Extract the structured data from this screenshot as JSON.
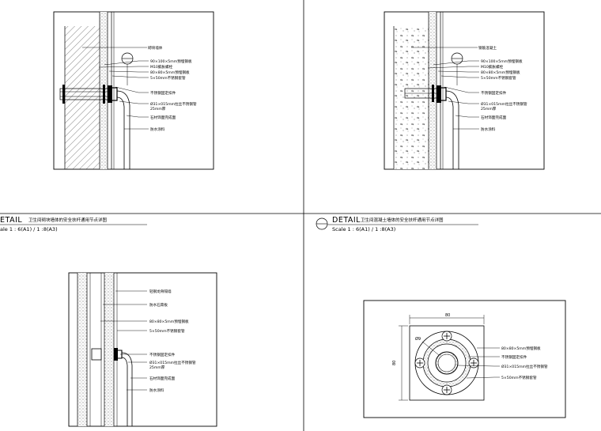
{
  "sheet": {
    "details": [
      {
        "id": "tl",
        "caption": {
          "prefix": "ETAIL",
          "title": "卫生间砌块墙体的安全扶杆通用节点详图",
          "scale": "ale 1 : 6(A1) / 1 :8(A3)"
        },
        "labels": [
          "砌块墙体",
          "90×100×5mm预埋钢板",
          "M10膨胀螺栓",
          "80×80×5mm预埋钢板",
          "5×50mm不锈钢套管",
          "不锈钢固定扣件",
          "Ø31×015mm拉丝不锈钢管",
          "25mm厚",
          "石材饰面完成面",
          "防水涂料"
        ]
      },
      {
        "id": "tr",
        "caption": {
          "prefix": "DETAIL",
          "title": "卫生间混凝土墙体的安全扶杆通用节点详图",
          "scale": "Scale 1 : 6(A1) / 1 :8(A3)"
        },
        "labels": [
          "钢筋混凝土",
          "90×100×5mm预埋钢板",
          "M10膨胀螺栓",
          "80×80×5mm预埋钢板",
          "5×50mm不锈钢套管",
          "不锈钢固定扣件",
          "Ø31×015mm拉丝不锈钢管",
          "25mm厚",
          "石材饰面完成面",
          "防水涂料"
        ]
      },
      {
        "id": "bl",
        "labels": [
          "轻钢龙骨隔墙",
          "防水石膏板",
          "80×80×5mm预埋钢板",
          "5×50mm不锈钢套管",
          "不锈钢固定扣件",
          "Ø31×015mm拉丝不锈钢管",
          "25mm厚",
          "石材饰面完成面",
          "防水涂料"
        ]
      },
      {
        "id": "br",
        "dims": {
          "top": "80",
          "side": "80",
          "dia": "Ø9"
        },
        "labels": [
          "80×80×5mm预埋钢板",
          "不锈钢固定扣件",
          "Ø31×015mm拉丝不锈钢管",
          "5×50mm不锈钢套管"
        ]
      }
    ]
  }
}
